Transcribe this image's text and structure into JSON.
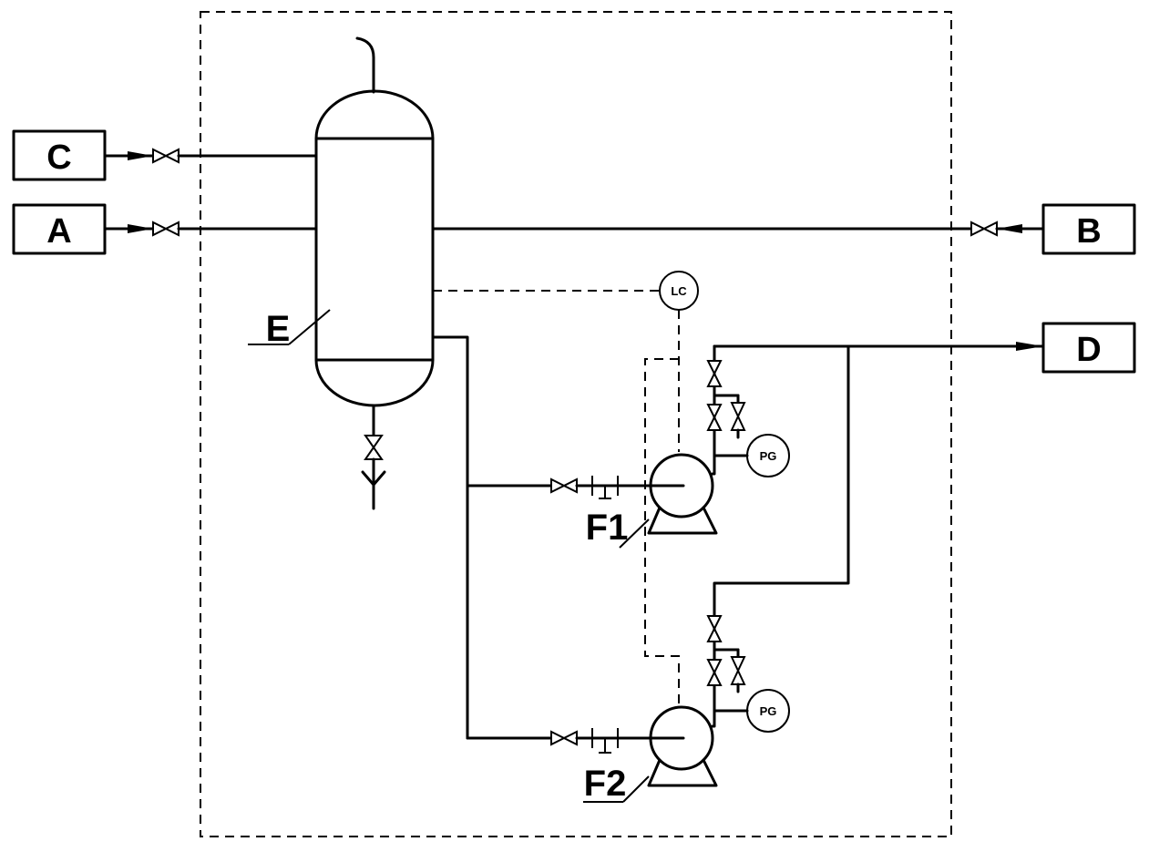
{
  "boxes": {
    "c": "C",
    "a": "A",
    "b": "B",
    "d": "D"
  },
  "equipment": {
    "vessel": "E",
    "pump1": "F1",
    "pump2": "F2"
  },
  "instruments": {
    "level_controller": "LC",
    "pressure_gauge_1": "PG",
    "pressure_gauge_2": "PG"
  }
}
